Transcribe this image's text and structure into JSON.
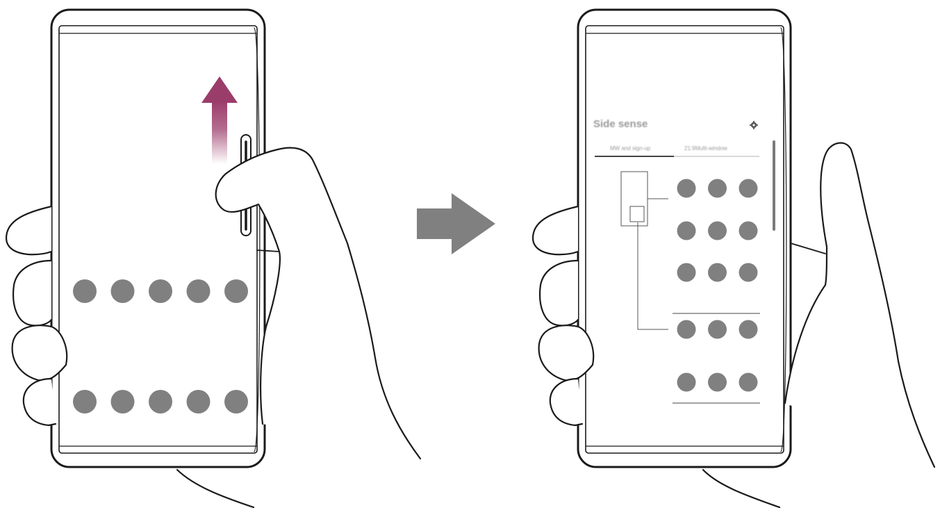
{
  "figure": {
    "colors": {
      "line": "#1a1a1a",
      "dot": "#808080",
      "swipe_arrow": "#9b3d6b",
      "transition_arrow": "#808080",
      "blurred_text": "#9a9a9a"
    },
    "left_panel": {
      "icon_rows": 2,
      "icons_per_row": 5
    },
    "right_panel": {
      "side_sense_menu": {
        "title": "Side sense",
        "settings_icon": "gear-icon",
        "tabs": [
          "MW and sign-up",
          "21:9Multi-window"
        ],
        "grid_rows": 5,
        "icons_per_row": 3
      }
    }
  }
}
